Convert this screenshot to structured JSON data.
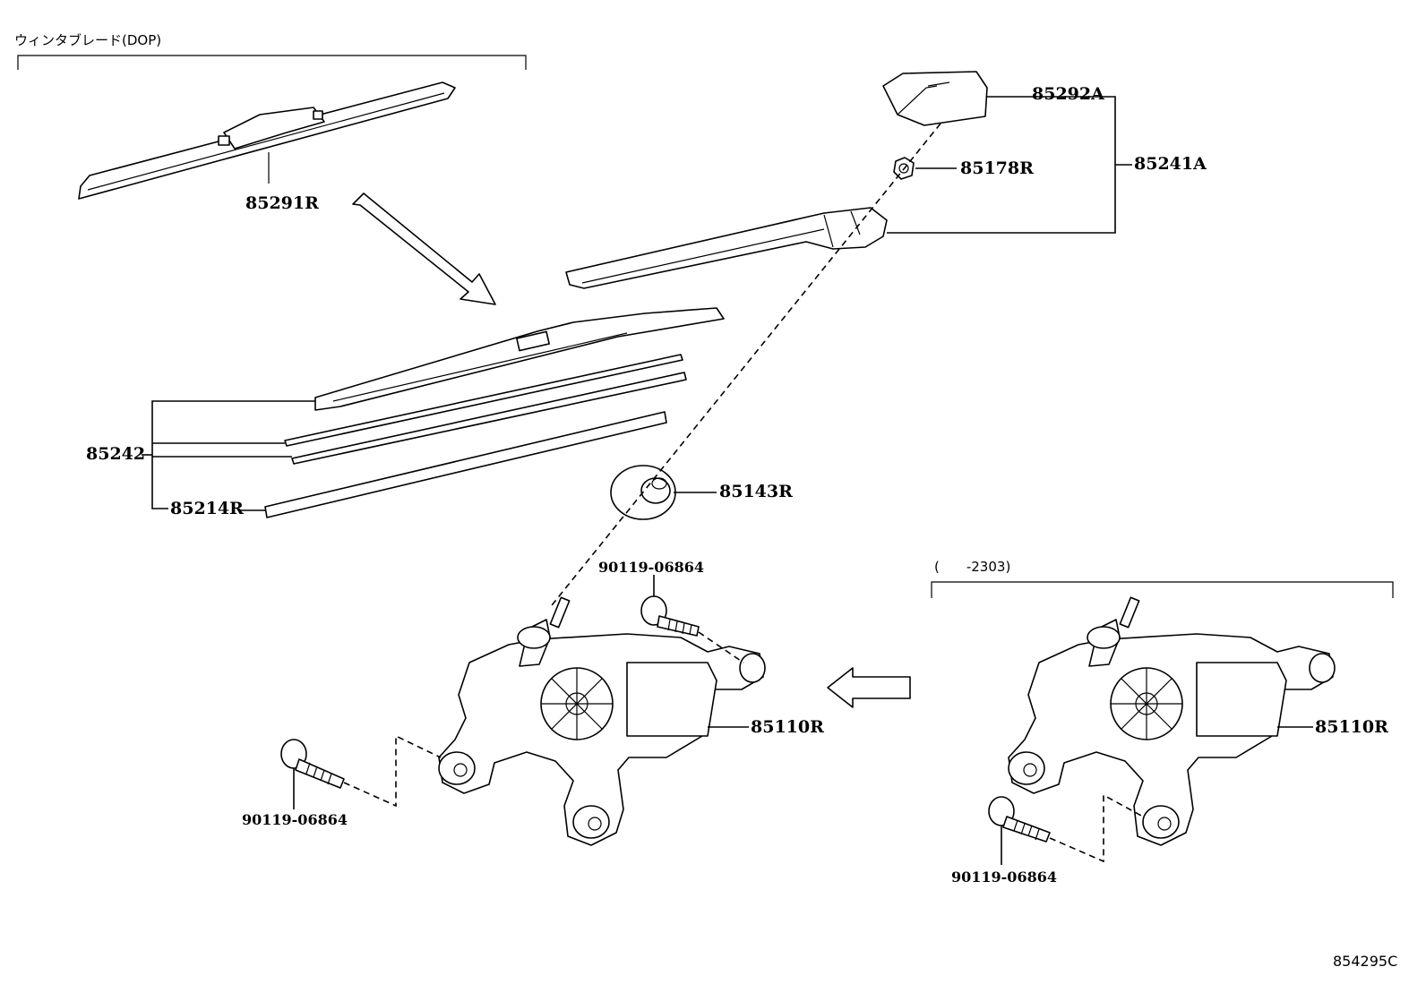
{
  "notes": {
    "option_group": "ウィンタブレード(DOP)",
    "period_group": "(　　-2303)"
  },
  "parts": {
    "winter_blade": "85291R",
    "arm_cap": "85292A",
    "nut": "85178R",
    "arm_assy": "85241A",
    "blade_assy": "85242",
    "blade_rubber": "85214R",
    "pivot_cap": "85143R",
    "motor_main": "85110R",
    "motor_alt": "85110R",
    "bolt_top": "90119-06864",
    "bolt_left": "90119-06864",
    "bolt_right": "90119-06864"
  },
  "diagram_code": "854295C"
}
